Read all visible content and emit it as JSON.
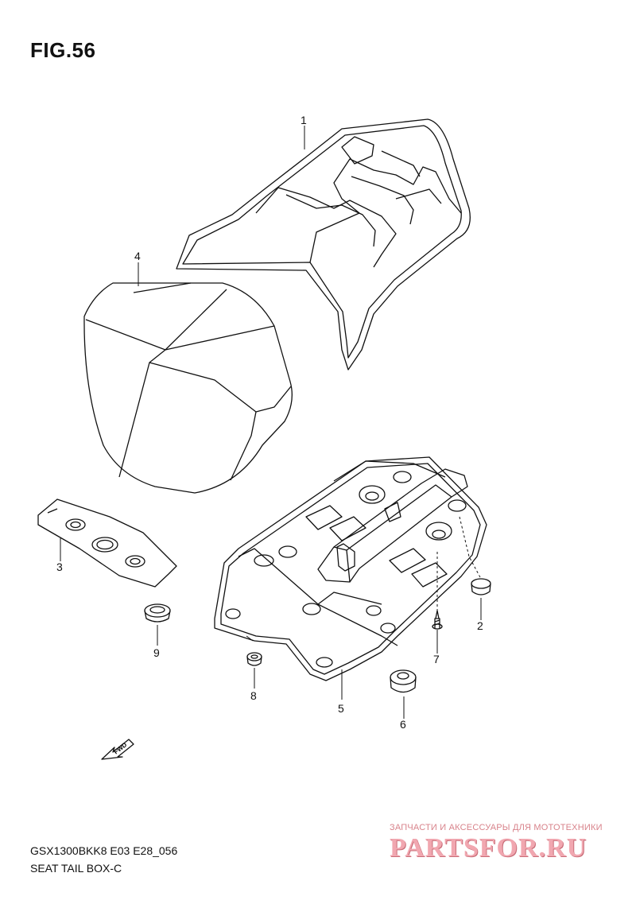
{
  "figure_title": "FIG.56",
  "callouts": {
    "c1": "1",
    "c2": "2",
    "c3": "3",
    "c4": "4",
    "c5": "5",
    "c6": "6",
    "c7": "7",
    "c8": "8",
    "c9": "9"
  },
  "fwd_label": "FWD",
  "footer": {
    "model_code": "GSX1300BKK8 E03 E28_056",
    "section_name": "SEAT TAIL BOX-C"
  },
  "watermark": {
    "tagline": "ЗАПЧАСТИ И АКСЕССУАРЫ ДЛЯ МОТОТЕХНИКИ",
    "brand": "PARTSFOR.RU"
  }
}
